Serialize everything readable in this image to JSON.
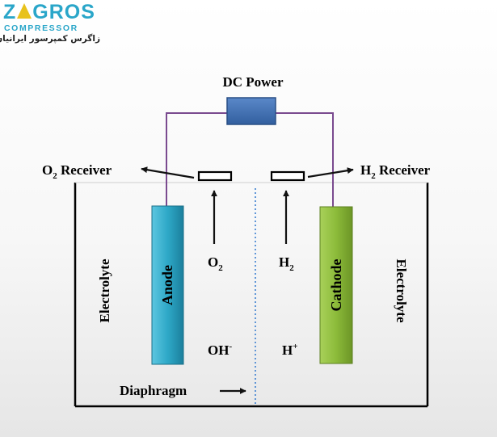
{
  "logo": {
    "brand_prefix": "Z",
    "brand_suffix": "GROS",
    "subtitle": "COMPRESSOR",
    "persian_tagline": "زاگرس کمپرسور ایرانیان",
    "brand_color": "#2aa6c9",
    "accent_color": "#e8c21c"
  },
  "diagram": {
    "power_label": "DC Power",
    "o2_receiver": {
      "main": "O",
      "sub": "2",
      "rest": " Receiver"
    },
    "h2_receiver": {
      "main": "H",
      "sub": "2",
      "rest": " Receiver"
    },
    "o2_gas": {
      "main": "O",
      "sub": "2"
    },
    "h2_gas": {
      "main": "H",
      "sub": "2"
    },
    "oh_ion": {
      "main": "OH",
      "sup": "-"
    },
    "h_ion": {
      "main": "H",
      "sup": "+"
    },
    "anode_label": "Anode",
    "cathode_label": "Cathode",
    "electrolyte_left": "Electrolyte",
    "electrolyte_right": "Electrolyte",
    "diaphragm_label": "Diaphragm",
    "colors": {
      "power_supply": "#3f6fb5",
      "anode": "#2ea8c7",
      "cathode": "#8cbb3a",
      "wire": "#7a4a8f",
      "diaphragm": "#3b7fd0"
    }
  }
}
